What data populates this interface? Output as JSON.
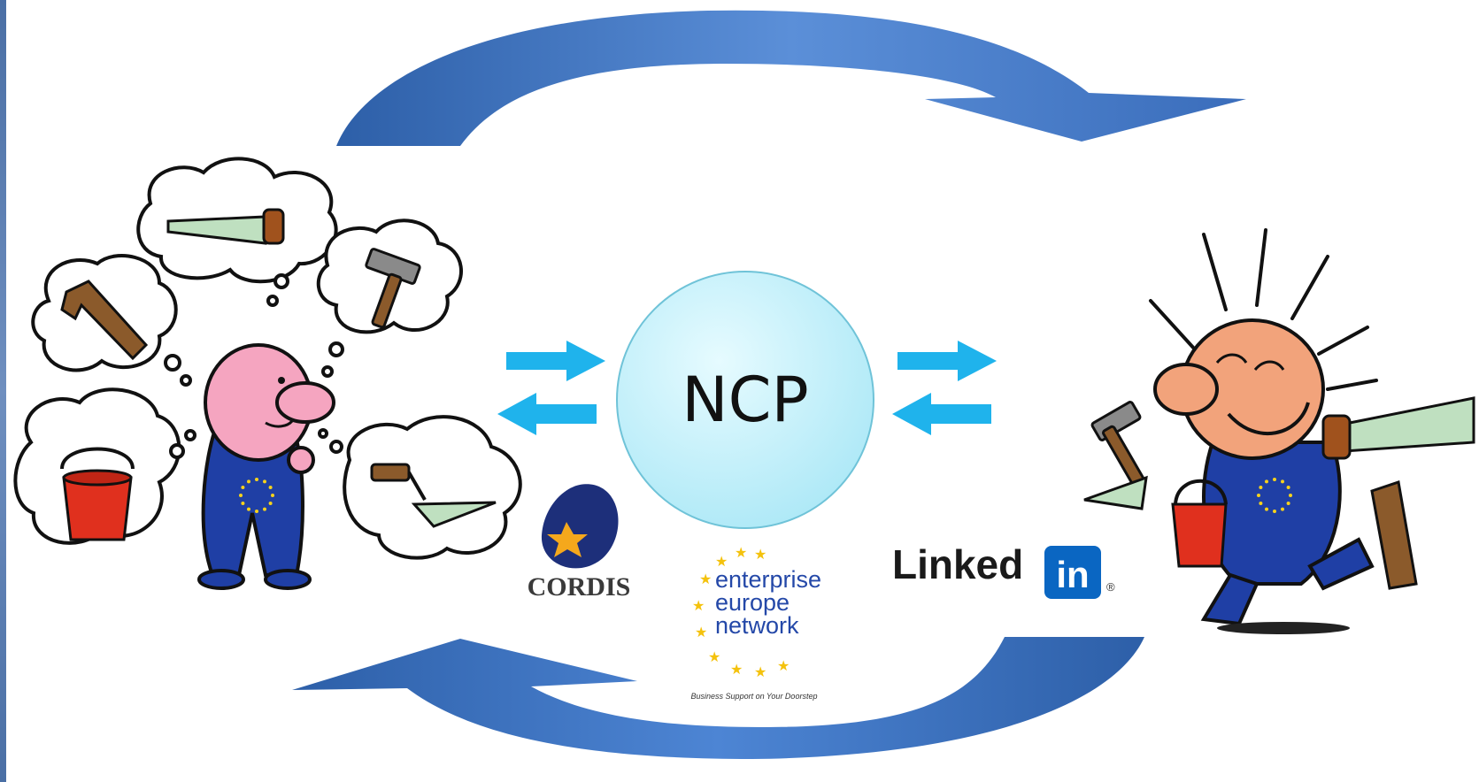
{
  "center": {
    "label": "NCP"
  },
  "logos": {
    "cordis": {
      "text": "CORDIS"
    },
    "enterprise_europe_network": {
      "line1": "enterprise",
      "line2": "europe",
      "line3": "network",
      "tagline": "Business Support on Your Doorstep"
    },
    "linkedin": {
      "text": "Linked",
      "badge": "in",
      "registered_mark": "®"
    }
  },
  "colors": {
    "cycle_arrow": "#3f74c3",
    "exchange_arrow": "#1fb3ec",
    "ncp_circle": "#c8f1fb",
    "linkedin_blue": "#0a66c2",
    "een_blue": "#2448a8",
    "een_star": "#f4c20d"
  },
  "icons": {
    "left_figure": "thinking-person-icon",
    "right_figure": "happy-worker-icon",
    "thought_items": [
      "saw-icon",
      "set-square-icon",
      "hammer-icon",
      "bucket-icon",
      "trowel-icon"
    ]
  }
}
